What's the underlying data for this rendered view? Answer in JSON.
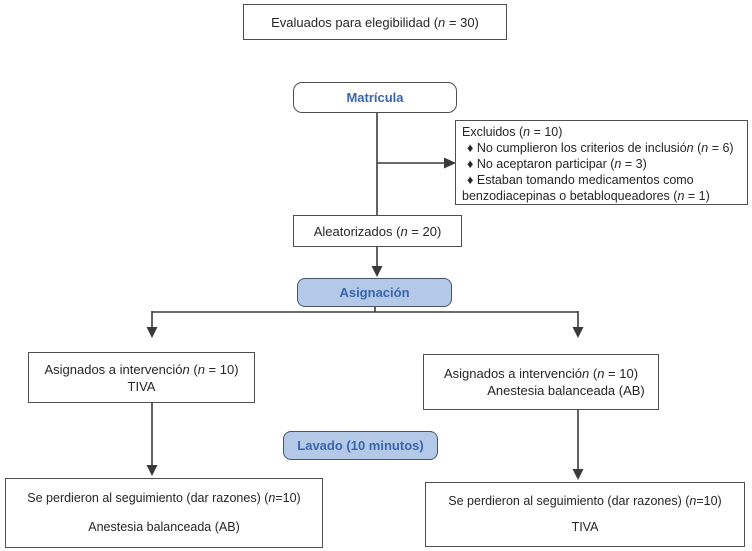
{
  "colors": {
    "accent_text": "#3a66ad",
    "fill_blue": "#b4c9e8",
    "border_blue": "#44546a",
    "border_box": "#4f4f4f",
    "line": "#3a3a3a",
    "text": "#262626"
  },
  "flow": {
    "eligibility": {
      "label": "Evaluados para elegibilidad (n = 30)"
    },
    "enrollment": {
      "label": "Matrícula"
    },
    "exclusions": {
      "lines": [
        "Excluidos (n = 10)",
        "♦ No cumplieron los criterios de inclusión (n = 6)",
        "♦ No aceptaron participar (n = 3)",
        "♦ Estaban tomando medicamentos como",
        "benzodiacepinas o betabloqueadores (n = 1)"
      ]
    },
    "randomized": {
      "label": "Aleatorizados (n = 20)"
    },
    "allocation": {
      "label": "Asignación"
    },
    "left_arm": {
      "line1": "Asignados a intervención (n = 10)",
      "line2": "TIVA"
    },
    "right_arm": {
      "line1": "Asignados a intervención (n = 10)",
      "line2": "Anestesia balanceada (AB)"
    },
    "washout": {
      "label": "Lavado (10 minutos)"
    },
    "left_followup": {
      "line1": "Se perdieron al seguimiento (dar razones) (n=10)",
      "line2": "Anestesia balanceada (AB)"
    },
    "right_followup": {
      "line1": "Se perdieron al seguimiento (dar razones) (n=10)",
      "line2": "TIVA"
    }
  }
}
